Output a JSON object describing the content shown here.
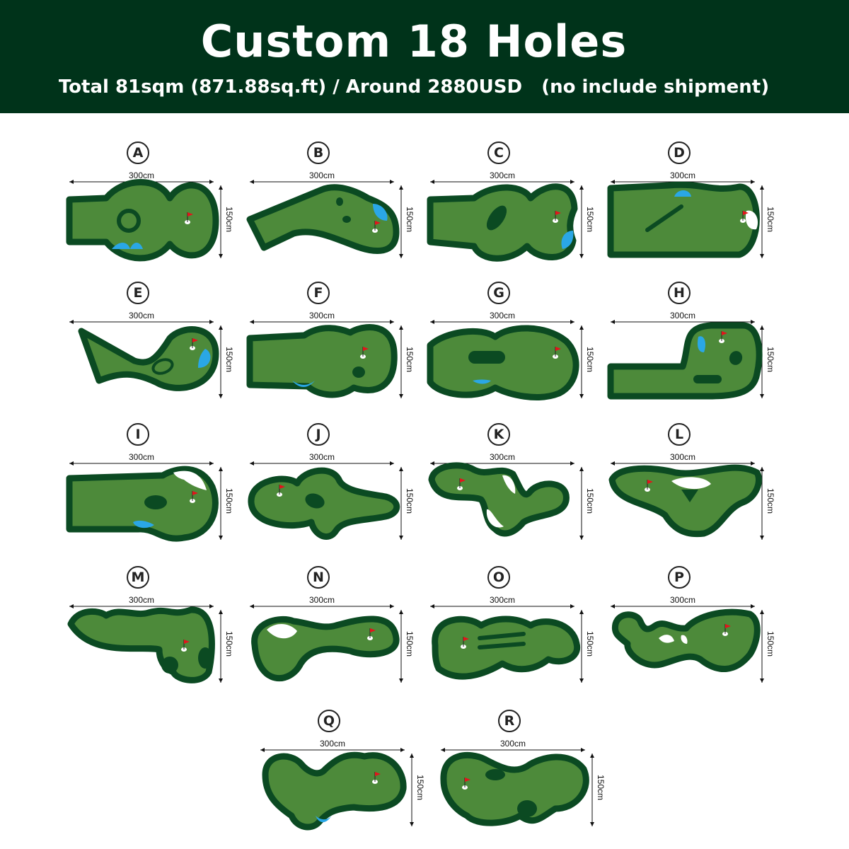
{
  "header": {
    "title": "Custom 18 Holes",
    "subtitle": "Total 81sqm (871.88sq.ft) / Around 2880USD   (no include shipment)"
  },
  "colors": {
    "header_bg": "#00331a",
    "turf": "#4d8a3a",
    "border": "#0b4a22",
    "water": "#2aa7e6",
    "sand": "#ffffff",
    "flag": "#e3141b"
  },
  "dimension_labels": {
    "length": "300cm",
    "width": "150cm"
  },
  "holes": [
    {
      "letter": "A"
    },
    {
      "letter": "B"
    },
    {
      "letter": "C"
    },
    {
      "letter": "D"
    },
    {
      "letter": "E"
    },
    {
      "letter": "F"
    },
    {
      "letter": "G"
    },
    {
      "letter": "H"
    },
    {
      "letter": "I"
    },
    {
      "letter": "J"
    },
    {
      "letter": "K"
    },
    {
      "letter": "L"
    },
    {
      "letter": "M"
    },
    {
      "letter": "N"
    },
    {
      "letter": "O"
    },
    {
      "letter": "P"
    },
    {
      "letter": "Q"
    },
    {
      "letter": "R"
    }
  ]
}
